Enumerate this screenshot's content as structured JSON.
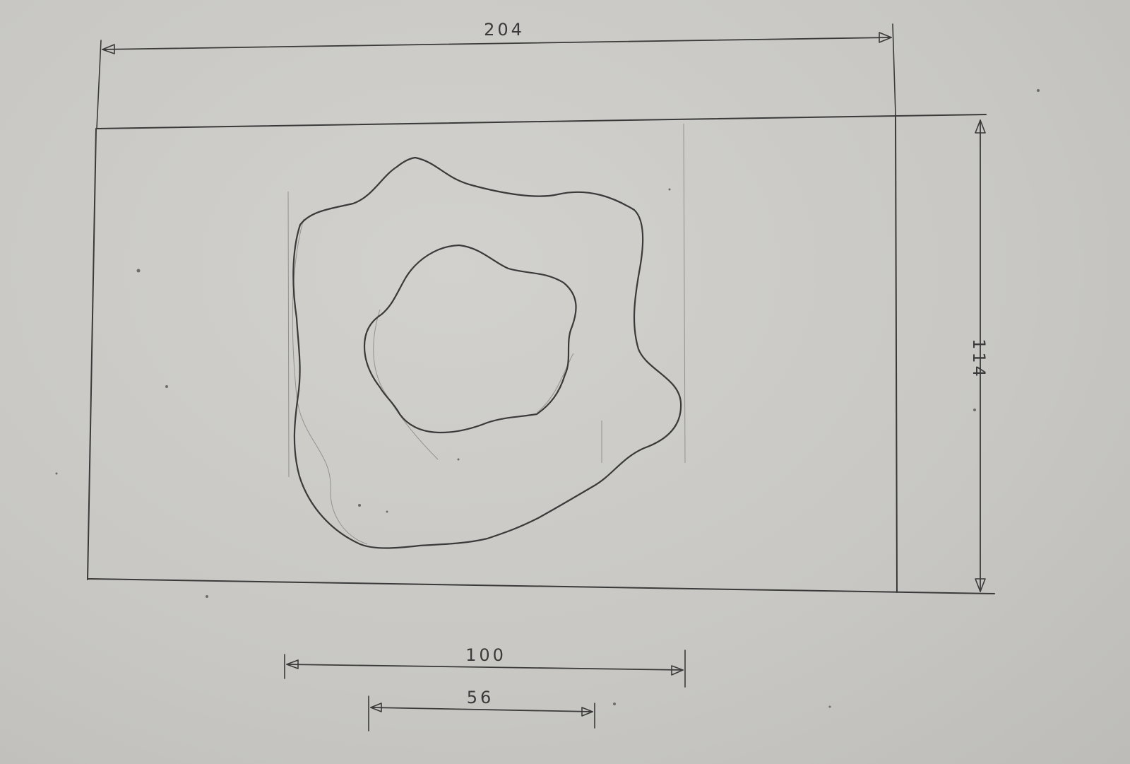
{
  "drawing": {
    "dimensions": {
      "overall_width": "204",
      "overall_height": "114",
      "outer_shape_width": "100",
      "inner_shape_width": "56"
    }
  },
  "colors": {
    "paper": "#c9c8c4",
    "pencil": "#3a3a3a"
  }
}
